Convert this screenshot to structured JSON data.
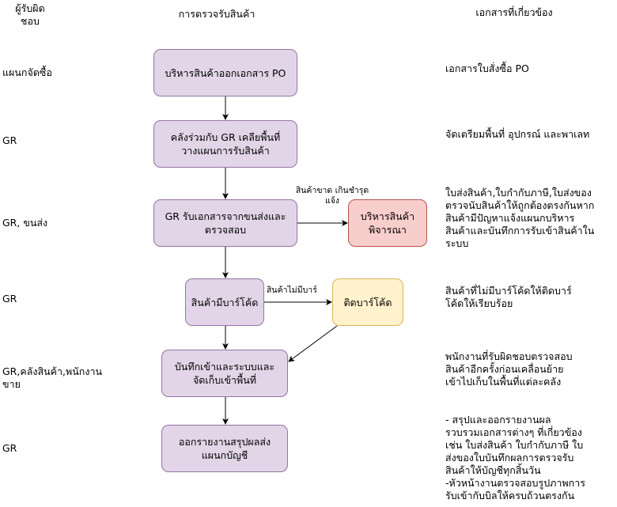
{
  "headers": {
    "responsible": "ผู้รับผิด\nชอบ",
    "process": "การตรวจรับสินค้า",
    "documents": "เอกสารที่เกี่ยวข้อง"
  },
  "responsible": [
    "แผนกจัดซื้อ",
    "GR",
    "GR, ขนส่ง",
    "GR",
    "GR,คลังสินค้า,พนักงาน\nขาย",
    "GR"
  ],
  "steps": {
    "issue_po": "บริหารสินค้าออกเอกสาร PO",
    "plan_space": "คลังร่วมกับ GR เคลียพื้นที่\nวางแผนการรับสินค้า",
    "receive_docs": "GR รับเอกสารจากขนส่งและ\nตรวจสอบ",
    "management_review": "บริหารสินค้า\nพิจารณา",
    "has_barcode": "สินค้ามีบาร์โค้ด",
    "apply_barcode": "ติดบาร์โค้ด",
    "record_store": "บันทึกเข้าและระบบและ\nจัดเก็บเข้าพื้นที่",
    "report_accounting": "ออกรายงานสรุปผลส่ง\nแผนกบัญชี"
  },
  "edge_labels": {
    "shortage": "สินค้าขาด เกินชำรุด\nแจ้ง",
    "no_barcode": "สินค้าไม่มีบาร์"
  },
  "documents": [
    "เอกสารใบสั่งซื้อ PO",
    "จัดเตรียมพื้นที่ อุปกรณ์ และพาเลท",
    "ใบส่งสินค้า,ใบกำกับภาษี,ใบส่งของ\nตรวจนับสินค้าให้ถูกต้องตรงกันหาก\nสินค้ามีปัญหาแจ้งแผนกบริหาร\nสินค้าและบันทึกการรับเข้าสินค้าใน\nระบบ",
    "สินค้าที่ไม่มีบาร์โค้ดให้ติดบาร์\nโค้ดให้เรียบร้อย",
    "พนักงานที่รับผิดชอบตรวจสอบ\nสินค้าอีกครั้งก่อนเคลื่อนย้าย\nเข้าไปเก็บในพื้นที่แต่ละคลัง",
    "- สรุปและออกรายงานผล\nรวบรวมเอกสารต่างๆ ที่เกี่ยวข้อง\nเช่น ใบส่งสินค้า ใบกำกับภาษี ใบ\nส่งของใบบันทึกผลการตรวจรับ\nสินค้าให้บัญชีทุกสิ้นวัน\n-หัวหน้างานตรวจสอบรูปภาพการ\nรับเข้ากับบิลให้ครบถ้วนตรงกัน"
  ],
  "colors": {
    "process_fill": "#e1d5e7",
    "process_stroke": "#9673a6",
    "alert_fill": "#f8cecc",
    "alert_stroke": "#b85450",
    "action_fill": "#fff2cc",
    "action_stroke": "#d6b656"
  }
}
